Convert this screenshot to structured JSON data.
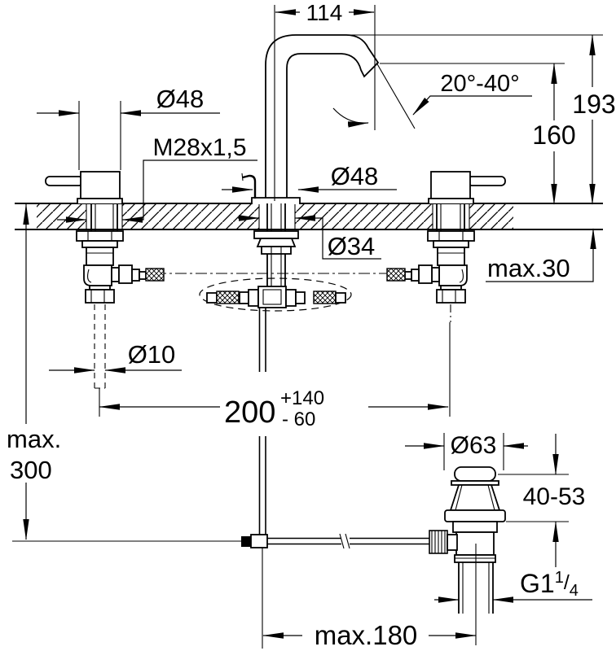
{
  "style": {
    "line_color": "#000000",
    "background": "#ffffff"
  },
  "labels": {
    "spout_reach": "114",
    "spout_angle": "20°-40°",
    "height_top": "193",
    "height_outlet": "160",
    "deck_thickness": "max.30",
    "handle_dia": "Ø48",
    "thread_size": "M28x1,5",
    "spout_base_dia": "Ø48",
    "hole_dia": "Ø34",
    "pipe_dia": "Ø10",
    "hole_spacing": "200",
    "hole_spacing_tol_plus": "+140",
    "hole_spacing_tol_minus": "- 60",
    "max_depth_word": "max.",
    "max_depth_value": "300",
    "waste_flange_dia": "Ø63",
    "waste_height_range": "40-53",
    "waste_thread_base": "G1",
    "waste_thread_num": "1",
    "waste_thread_slash": "/",
    "waste_thread_den": "4",
    "rod_offset": "max.180"
  }
}
